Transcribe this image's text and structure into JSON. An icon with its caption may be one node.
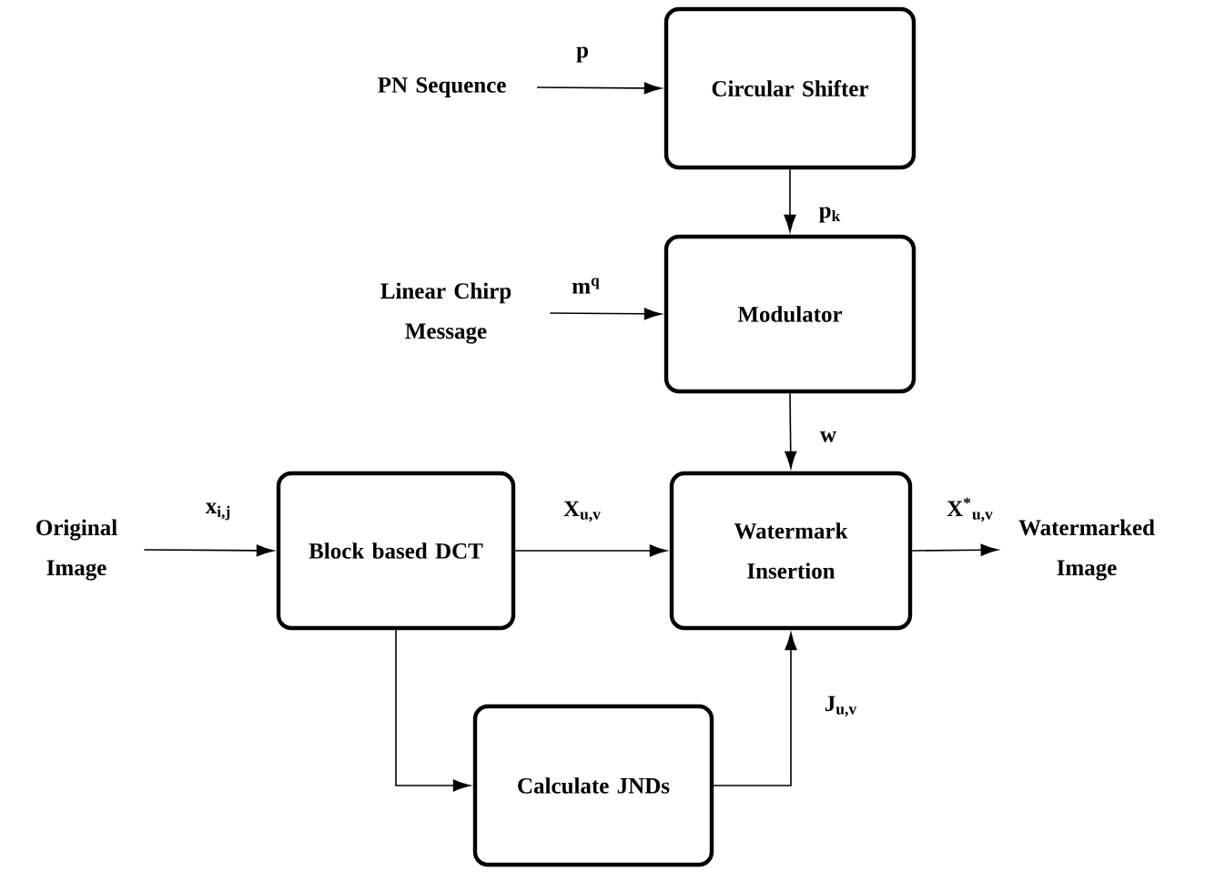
{
  "diagram": {
    "nodes": [
      {
        "text": [
          "PN Sequence"
        ]
      },
      {
        "text": [
          "Circular Shifter"
        ]
      },
      {
        "text": [
          "Linear Chirp Message"
        ]
      },
      {
        "text": [
          "Modulator"
        ]
      },
      {
        "text": [
          "Original Image"
        ]
      },
      {
        "text": [
          "Block based DCT"
        ]
      },
      {
        "text": [
          "Watermark Insertion"
        ]
      },
      {
        "text": [
          "Watermarked Image"
        ]
      },
      {
        "text": [
          "Calculate JNDs"
        ]
      }
    ],
    "edges": [
      {
        "from": 0,
        "to": 1,
        "arrow": "to",
        "label": "p"
      },
      {
        "from": 1,
        "to": 3,
        "arrow": "to",
        "label": "p$_{k}$"
      },
      {
        "from": 2,
        "to": 3,
        "arrow": "to",
        "label": "m$^{q}$"
      },
      {
        "from": 3,
        "to": 6,
        "arrow": "to",
        "label": "w"
      },
      {
        "from": 4,
        "to": 5,
        "arrow": "to",
        "label": "x$_{i,j}$"
      },
      {
        "from": 5,
        "to": 6,
        "arrow": "to",
        "label": "X$_{u,v}$"
      },
      {
        "from": 6,
        "to": 7,
        "arrow": "to",
        "label": "X$^{*}$$_{u,v}$"
      },
      {
        "from": 5,
        "to": 8,
        "arrow": "to"
      },
      {
        "from": 8,
        "to": 6,
        "arrow": "to",
        "label": "J$_{u,v}$"
      }
    ]
  }
}
